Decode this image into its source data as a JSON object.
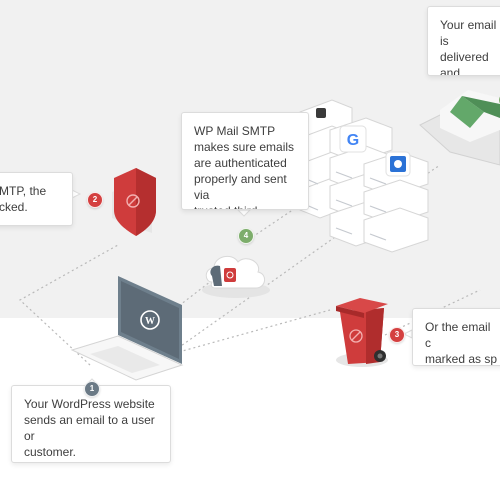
{
  "colors": {
    "accent_red": "#d44040",
    "accent_green": "#7dad6b",
    "accent_gray": "#6b7a86",
    "envelope_green": "#63a86a"
  },
  "callouts": {
    "delivered": "Your email is\ndelivered and\ninbox.",
    "wp_mail_smtp": "WP Mail SMTP\nmakes sure emails\nare authenticated\nproperly and sent via\ntrusted third parties.",
    "blocked": "MTP, the\ncked.",
    "spam": "Or the email c\nmarked as sp",
    "website": "Your WordPress website\nsends an email to a user or\ncustomer."
  },
  "steps": {
    "one": "1",
    "two": "2",
    "three": "3",
    "four": "4"
  },
  "icons": {
    "laptop": "wordpress-laptop-icon",
    "shield": "shield-icon",
    "cloud": "cloud-icon",
    "server_stack": "server-stack-icon",
    "trash_can": "trash-can-icon",
    "envelope": "envelope-icon",
    "google": "google-icon"
  }
}
